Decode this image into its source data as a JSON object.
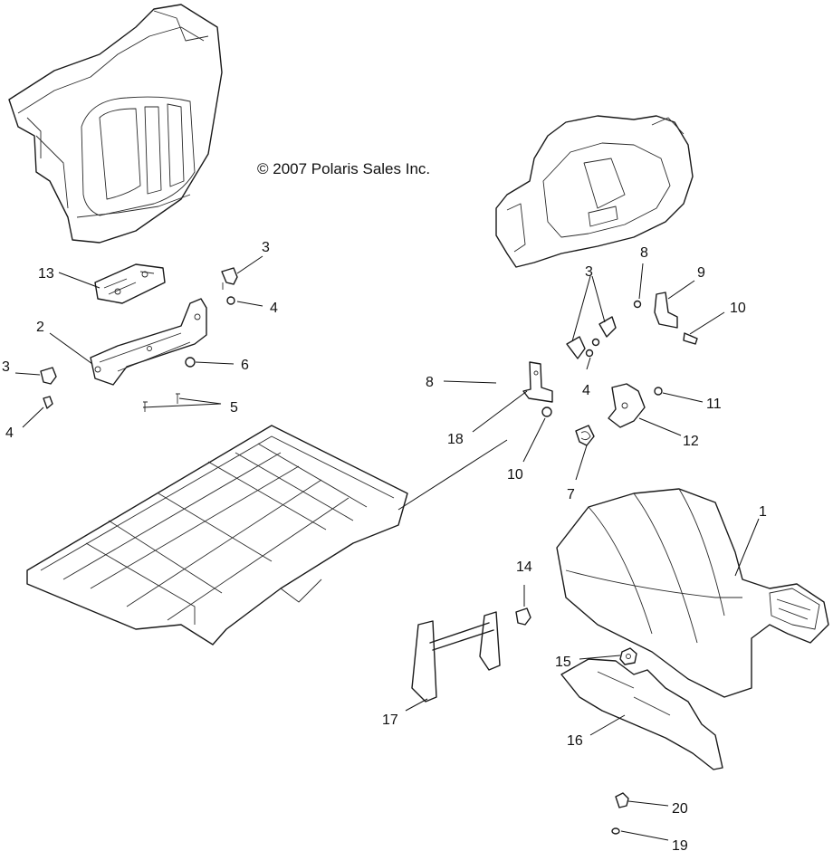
{
  "copyright": "© 2007 Polaris Sales Inc.",
  "callouts": [
    "1",
    "2",
    "3",
    "3",
    "3",
    "4",
    "4",
    "4",
    "5",
    "6",
    "7",
    "8",
    "8",
    "9",
    "10",
    "10",
    "11",
    "12",
    "13",
    "14",
    "15",
    "16",
    "17",
    "18",
    "19",
    "20"
  ]
}
